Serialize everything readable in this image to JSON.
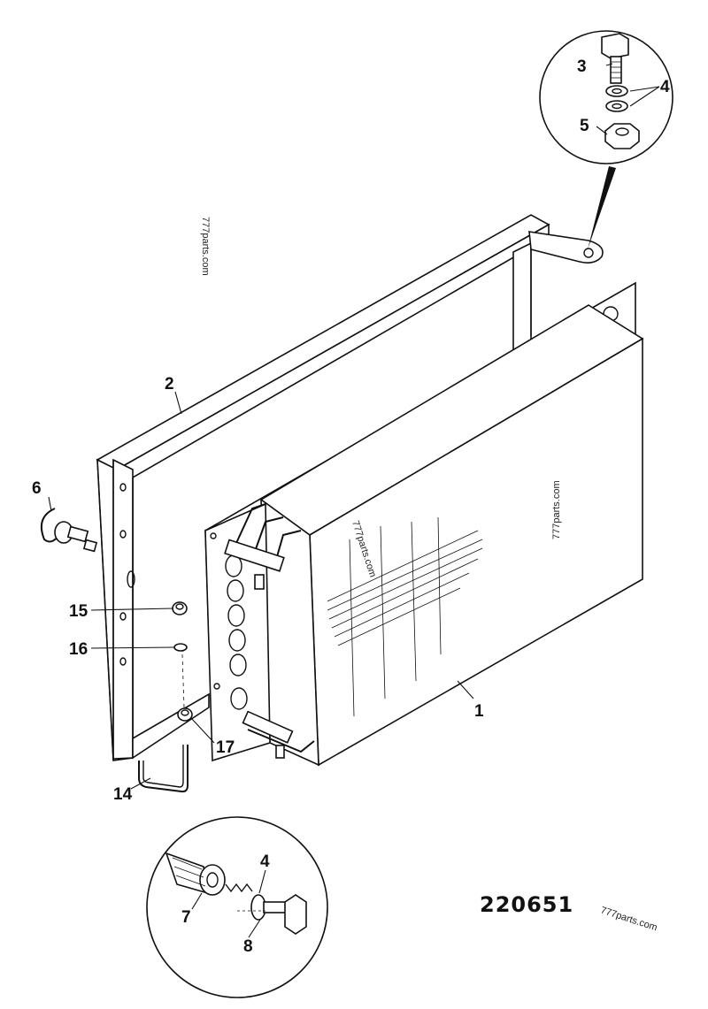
{
  "diagram": {
    "drawing_number": "220651",
    "watermarks": [
      "777parts.com",
      "777parts.com",
      "777parts.com",
      "777parts.com"
    ],
    "callouts": [
      {
        "id": "c1",
        "label": "1"
      },
      {
        "id": "c2",
        "label": "2"
      },
      {
        "id": "c3",
        "label": "3"
      },
      {
        "id": "c4a",
        "label": "4"
      },
      {
        "id": "c5",
        "label": "5"
      },
      {
        "id": "c6",
        "label": "6"
      },
      {
        "id": "c4b",
        "label": "4"
      },
      {
        "id": "c7",
        "label": "7"
      },
      {
        "id": "c8",
        "label": "8"
      },
      {
        "id": "c14",
        "label": "14"
      },
      {
        "id": "c15",
        "label": "15"
      },
      {
        "id": "c16",
        "label": "16"
      },
      {
        "id": "c17",
        "label": "17"
      }
    ]
  }
}
